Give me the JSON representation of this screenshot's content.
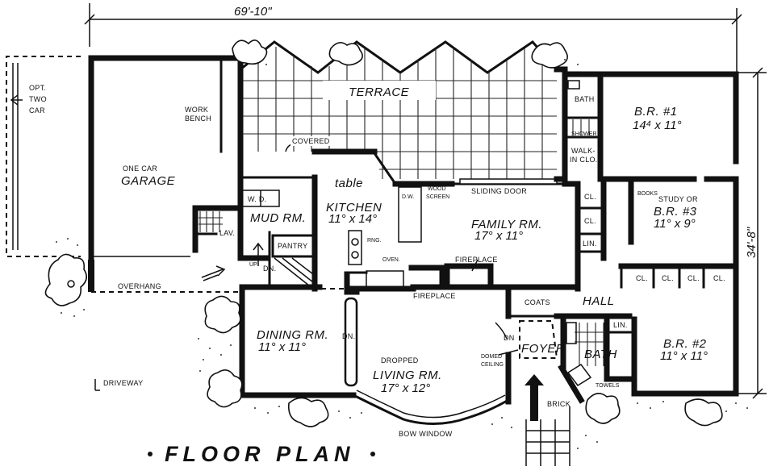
{
  "title": "FLOOR PLAN",
  "dimensions": {
    "width": "69'-10\"",
    "depth": "34'-8\""
  },
  "rooms": {
    "terrace": "TERRACE",
    "garage": "ONE CAR GARAGE",
    "garage_line1": "ONE CAR",
    "garage_line2": "GARAGE",
    "work_bench_line1": "WORK",
    "work_bench_line2": "BENCH",
    "opt_two_car_line1": "OPT.",
    "opt_two_car_line2": "TWO",
    "opt_two_car_line3": "CAR",
    "covered": "COVERED",
    "table": "table",
    "kitchen": "KITCHEN",
    "kitchen_size": "11° x 14°",
    "mud_room": "MUD RM.",
    "wd": "W.  D.",
    "lav": "LAV.",
    "pantry": "PANTRY",
    "dn_mud": "DN.",
    "up_mud": "UP",
    "rng": "RNG.",
    "oven": "OVEN.",
    "dw": "D.W.",
    "wood_screen_line1": "WOOD",
    "wood_screen_line2": "SCREEN",
    "sliding_door": "SLIDING DOOR",
    "family": "FAMILY RM.",
    "family_size": "17° x 11°",
    "fireplace_family": "FIREPLACE",
    "fireplace_living": "FIREPLACE",
    "overhang": "OVERHANG",
    "driveway": "DRIVEWAY",
    "dining": "DINING RM.",
    "dining_size": "11° x 11°",
    "dn_dining": "DN.",
    "dropped": "DROPPED",
    "living": "LIVING RM.",
    "living_size": "17° x 12°",
    "bow_window": "BOW WINDOW",
    "coats": "COATS",
    "hall": "HALL",
    "foyer": "FOYER",
    "dn_foyer": "DN",
    "domed_line1": "DOMED",
    "domed_line2": "CEILING",
    "brick": "BRICK",
    "bath_top": "BATH",
    "shower": "SHOWER",
    "walk_in_line1": "WALK-",
    "walk_in_line2": "IN CLO.",
    "br1": "B.R. #1",
    "br1_size": "14⁴ x 11°",
    "books": "BOOKS",
    "study": "STUDY OR",
    "br3": "B.R. #3",
    "br3_size": "11° x 9°",
    "cl": "CL.",
    "lin": "LIN.",
    "lin_bath": "LIN.",
    "bath_lower": "BATH",
    "towels": "TOWELS",
    "br2": "B.R. #2",
    "br2_size": "11° x 11°"
  }
}
